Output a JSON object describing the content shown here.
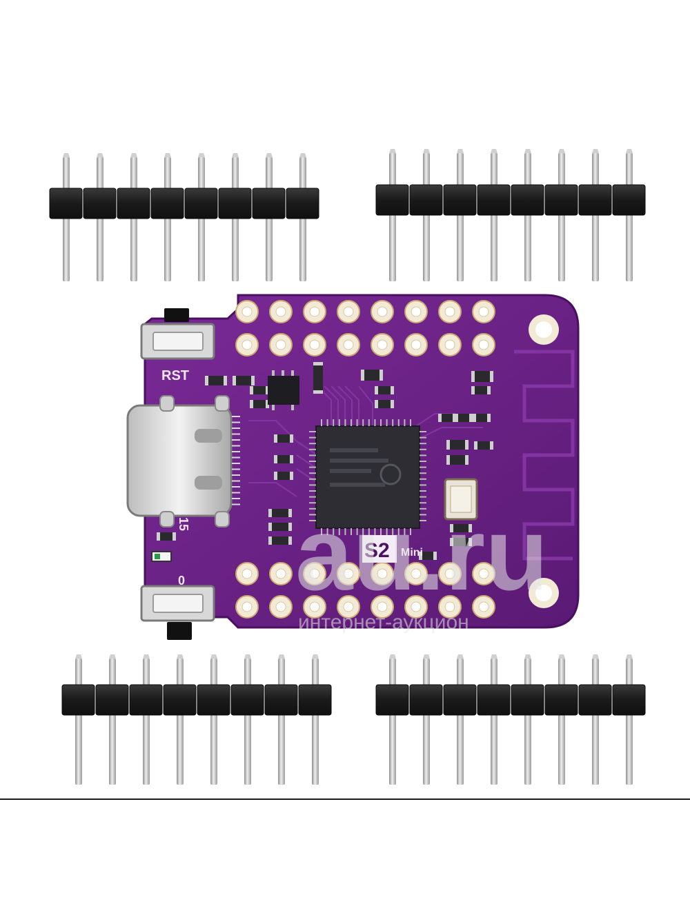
{
  "board": {
    "silkscreen": {
      "rst": "RST",
      "io15": "15",
      "io0": "0",
      "model": "S2",
      "model_suffix": "Mini"
    },
    "colors": {
      "pcb": "#6a1f86",
      "pcb_edge": "#7b2a98",
      "pad": "#f3ead6",
      "header_plastic": "#1c1c1c",
      "pin_metal": "#c9c9c9"
    }
  },
  "watermark": {
    "brand": "au.ru",
    "tagline": "интернет-аукцион"
  }
}
